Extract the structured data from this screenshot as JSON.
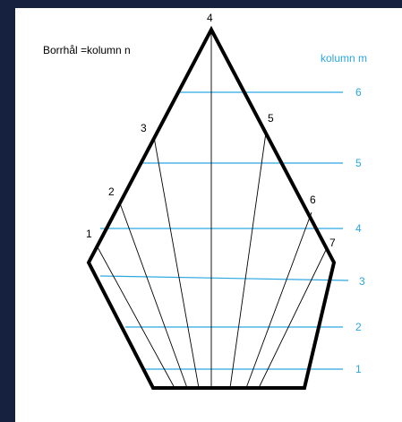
{
  "diagram": {
    "borehole_label": "Borrhål =kolumn n",
    "column_m_label": "kolumn m",
    "borehole_numbers": [
      "1",
      "2",
      "3",
      "4",
      "5",
      "6",
      "7"
    ],
    "column_m_numbers": [
      "1",
      "2",
      "3",
      "4",
      "5",
      "6"
    ],
    "colors": {
      "background": "#15213f",
      "panel": "#ffffff",
      "outline": "#000000",
      "borehole_line": "#000000",
      "level_line": "#2aa7e0",
      "level_text": "#2aa7e0"
    }
  }
}
